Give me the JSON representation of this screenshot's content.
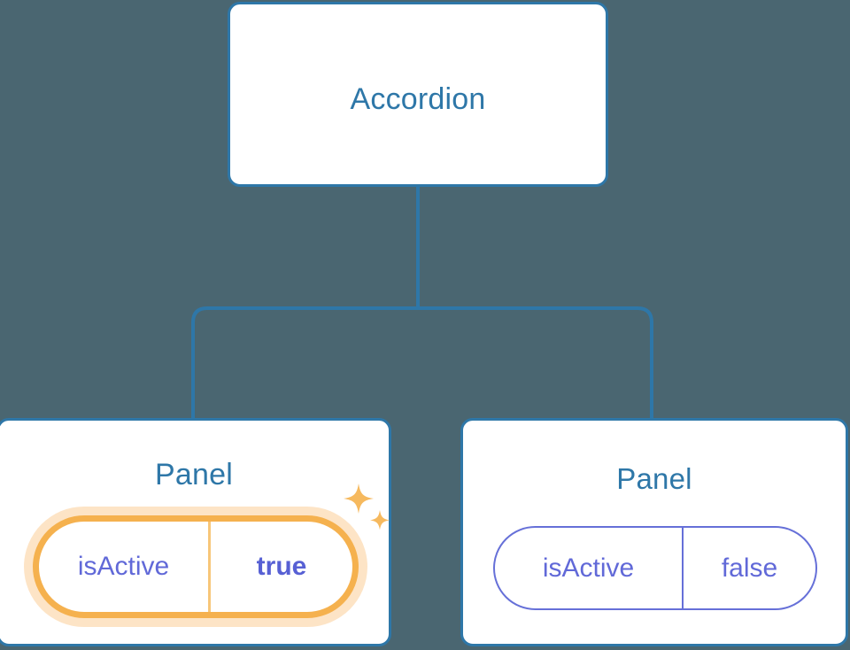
{
  "diagram": {
    "type": "component-tree",
    "background_color": "#4a6671",
    "connector_color": "#2e77a8",
    "root": {
      "label": "Accordion"
    },
    "children": [
      {
        "label": "Panel",
        "highlighted": true,
        "prop": {
          "key": "isActive",
          "value": "true",
          "value_bold": true,
          "border_color": "#f5b14e",
          "glow_color": "#fabe78",
          "text_color": "#5760d4",
          "has_sparkles": true
        }
      },
      {
        "label": "Panel",
        "highlighted": false,
        "prop": {
          "key": "isActive",
          "value": "false",
          "value_bold": false,
          "border_color": "#6670d8",
          "text_color": "#6169d8",
          "has_sparkles": false
        }
      }
    ],
    "icons": {
      "sparkle_large": "sparkle-icon",
      "sparkle_small": "sparkle-icon"
    },
    "colors": {
      "card_background": "#ffffff",
      "card_border": "#2e77a8",
      "title_text": "#2e77a8",
      "prop_text": "#6169d8",
      "highlight": "#f5b14e"
    }
  }
}
